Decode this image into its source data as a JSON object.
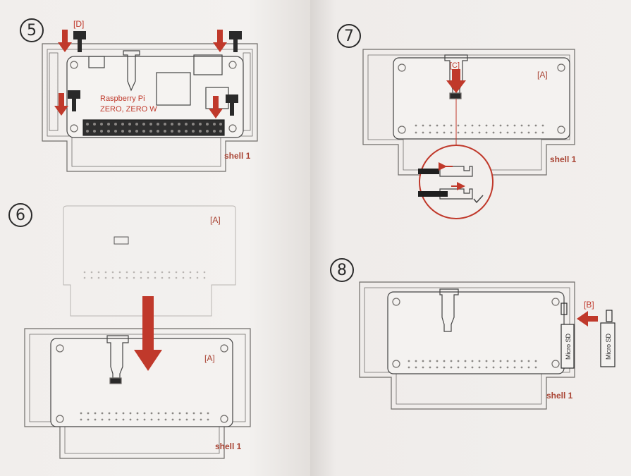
{
  "steps": {
    "s5": {
      "number": "5",
      "label_d": "[D]",
      "board_line1": "Raspberry Pi",
      "board_line2": "ZERO, ZERO W",
      "shell": "shell 1"
    },
    "s6": {
      "number": "6",
      "label_a_top": "[A]",
      "label_a_bottom": "[A]",
      "shell": "shell 1"
    },
    "s7": {
      "number": "7",
      "label_a": "[A]",
      "label_c": "[C]",
      "shell": "shell 1"
    },
    "s8": {
      "number": "8",
      "label_b": "[B]",
      "card_text_inserted": "Micro SD",
      "card_text_loose": "Micro SD",
      "shell": "shell 1"
    }
  },
  "colors": {
    "accent": "#c0392b",
    "line": "#6f6c69",
    "ink": "#2b2b2b",
    "paper": "#f2efed"
  }
}
